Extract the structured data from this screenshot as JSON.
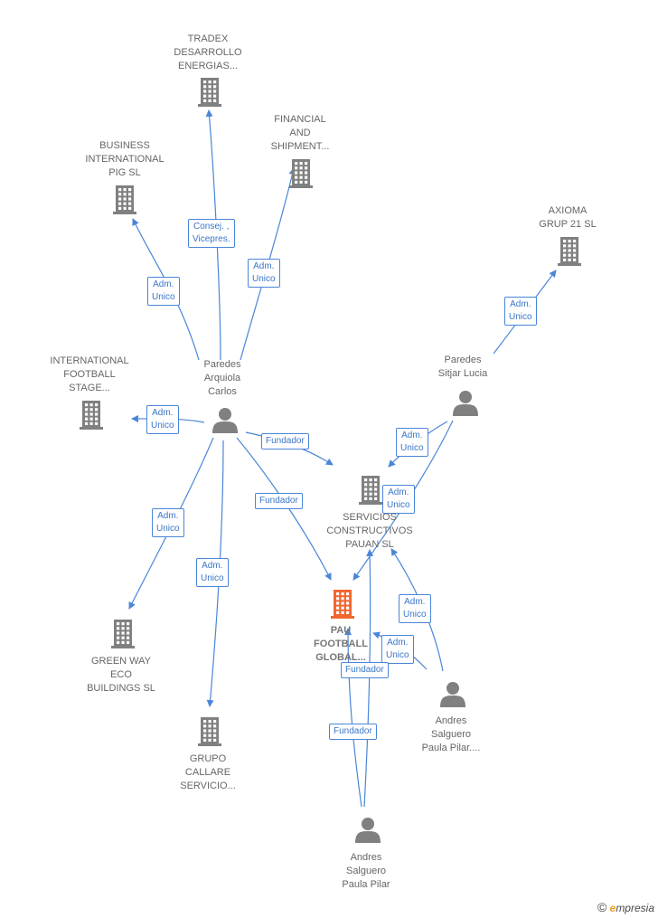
{
  "colors": {
    "edge": "#4a86d8",
    "company": "#808080",
    "company_primary": "#f06830",
    "person": "#808080"
  },
  "nodes": [
    {
      "id": "tradex",
      "type": "company",
      "lines": [
        "TRADEX",
        "DESARROLLO",
        "ENERGIAS..."
      ]
    },
    {
      "id": "financial",
      "type": "company",
      "lines": [
        "FINANCIAL",
        "AND",
        "SHIPMENT..."
      ]
    },
    {
      "id": "business",
      "type": "company",
      "lines": [
        "BUSINESS",
        "INTERNATIONAL",
        "PIG  SL"
      ]
    },
    {
      "id": "axioma",
      "type": "company",
      "lines": [
        "AXIOMA",
        "GRUP 21  SL"
      ]
    },
    {
      "id": "intl_football",
      "type": "company",
      "lines": [
        "INTERNATIONAL",
        "FOOTBALL",
        "STAGE..."
      ]
    },
    {
      "id": "paredes_arquiola",
      "type": "person",
      "lines": [
        "Paredes",
        "Arquiola",
        "Carlos"
      ]
    },
    {
      "id": "paredes_sitjar",
      "type": "person",
      "lines": [
        "Paredes",
        "Sitjar Lucia"
      ]
    },
    {
      "id": "servicios",
      "type": "company",
      "lines": [
        "SERVICIOS",
        "CONSTRUCTIVOS",
        "PAUAN  SL"
      ]
    },
    {
      "id": "pau_football",
      "type": "company_primary",
      "lines": [
        "PAU",
        "FOOTBALL",
        "GLOBAL..."
      ]
    },
    {
      "id": "green_way",
      "type": "company",
      "lines": [
        "GREEN WAY",
        "ECO",
        "BUILDINGS  SL"
      ]
    },
    {
      "id": "grupo_callare",
      "type": "company",
      "lines": [
        "GRUPO",
        "CALLARE",
        "SERVICIO..."
      ]
    },
    {
      "id": "andres_pilar_dots",
      "type": "person",
      "lines": [
        "Andres",
        "Salguero",
        "Paula Pilar...."
      ]
    },
    {
      "id": "andres_pilar",
      "type": "person",
      "lines": [
        "Andres",
        "Salguero",
        "Paula Pilar"
      ]
    }
  ],
  "edges": [
    {
      "from": "paredes_arquiola",
      "to": "tradex",
      "lines": [
        "Consej. ,",
        "Vicepres."
      ]
    },
    {
      "from": "paredes_arquiola",
      "to": "business",
      "lines": [
        "Adm.",
        "Unico"
      ]
    },
    {
      "from": "paredes_arquiola",
      "to": "financial",
      "lines": [
        "Adm.",
        "Unico"
      ]
    },
    {
      "from": "paredes_arquiola",
      "to": "intl_football",
      "lines": [
        "Adm.",
        "Unico"
      ]
    },
    {
      "from": "paredes_arquiola",
      "to": "servicios",
      "lines": [
        "Fundador"
      ]
    },
    {
      "from": "paredes_arquiola",
      "to": "pau_football",
      "lines": [
        "Fundador"
      ]
    },
    {
      "from": "paredes_arquiola",
      "to": "green_way",
      "lines": [
        "Adm.",
        "Unico"
      ]
    },
    {
      "from": "paredes_arquiola",
      "to": "grupo_callare",
      "lines": [
        "Adm.",
        "Unico"
      ]
    },
    {
      "from": "paredes_sitjar",
      "to": "axioma",
      "lines": [
        "Adm.",
        "Unico"
      ]
    },
    {
      "from": "paredes_sitjar",
      "to": "servicios",
      "lines": [
        "Adm.",
        "Unico"
      ]
    },
    {
      "from": "paredes_sitjar",
      "to": "pau_football",
      "lines": [
        "Adm.",
        "Unico"
      ]
    },
    {
      "from": "andres_pilar_dots",
      "to": "servicios",
      "lines": [
        "Adm.",
        "Unico"
      ]
    },
    {
      "from": "andres_pilar_dots",
      "to": "pau_football",
      "lines": [
        "Adm.",
        "Unico"
      ]
    },
    {
      "from": "andres_pilar",
      "to": "servicios",
      "lines": [
        "Fundador"
      ]
    },
    {
      "from": "andres_pilar",
      "to": "pau_football",
      "lines": [
        "Fundador"
      ]
    }
  ],
  "watermark": {
    "symbol": "©",
    "brand_first": "e",
    "brand_rest": "mpresia"
  }
}
